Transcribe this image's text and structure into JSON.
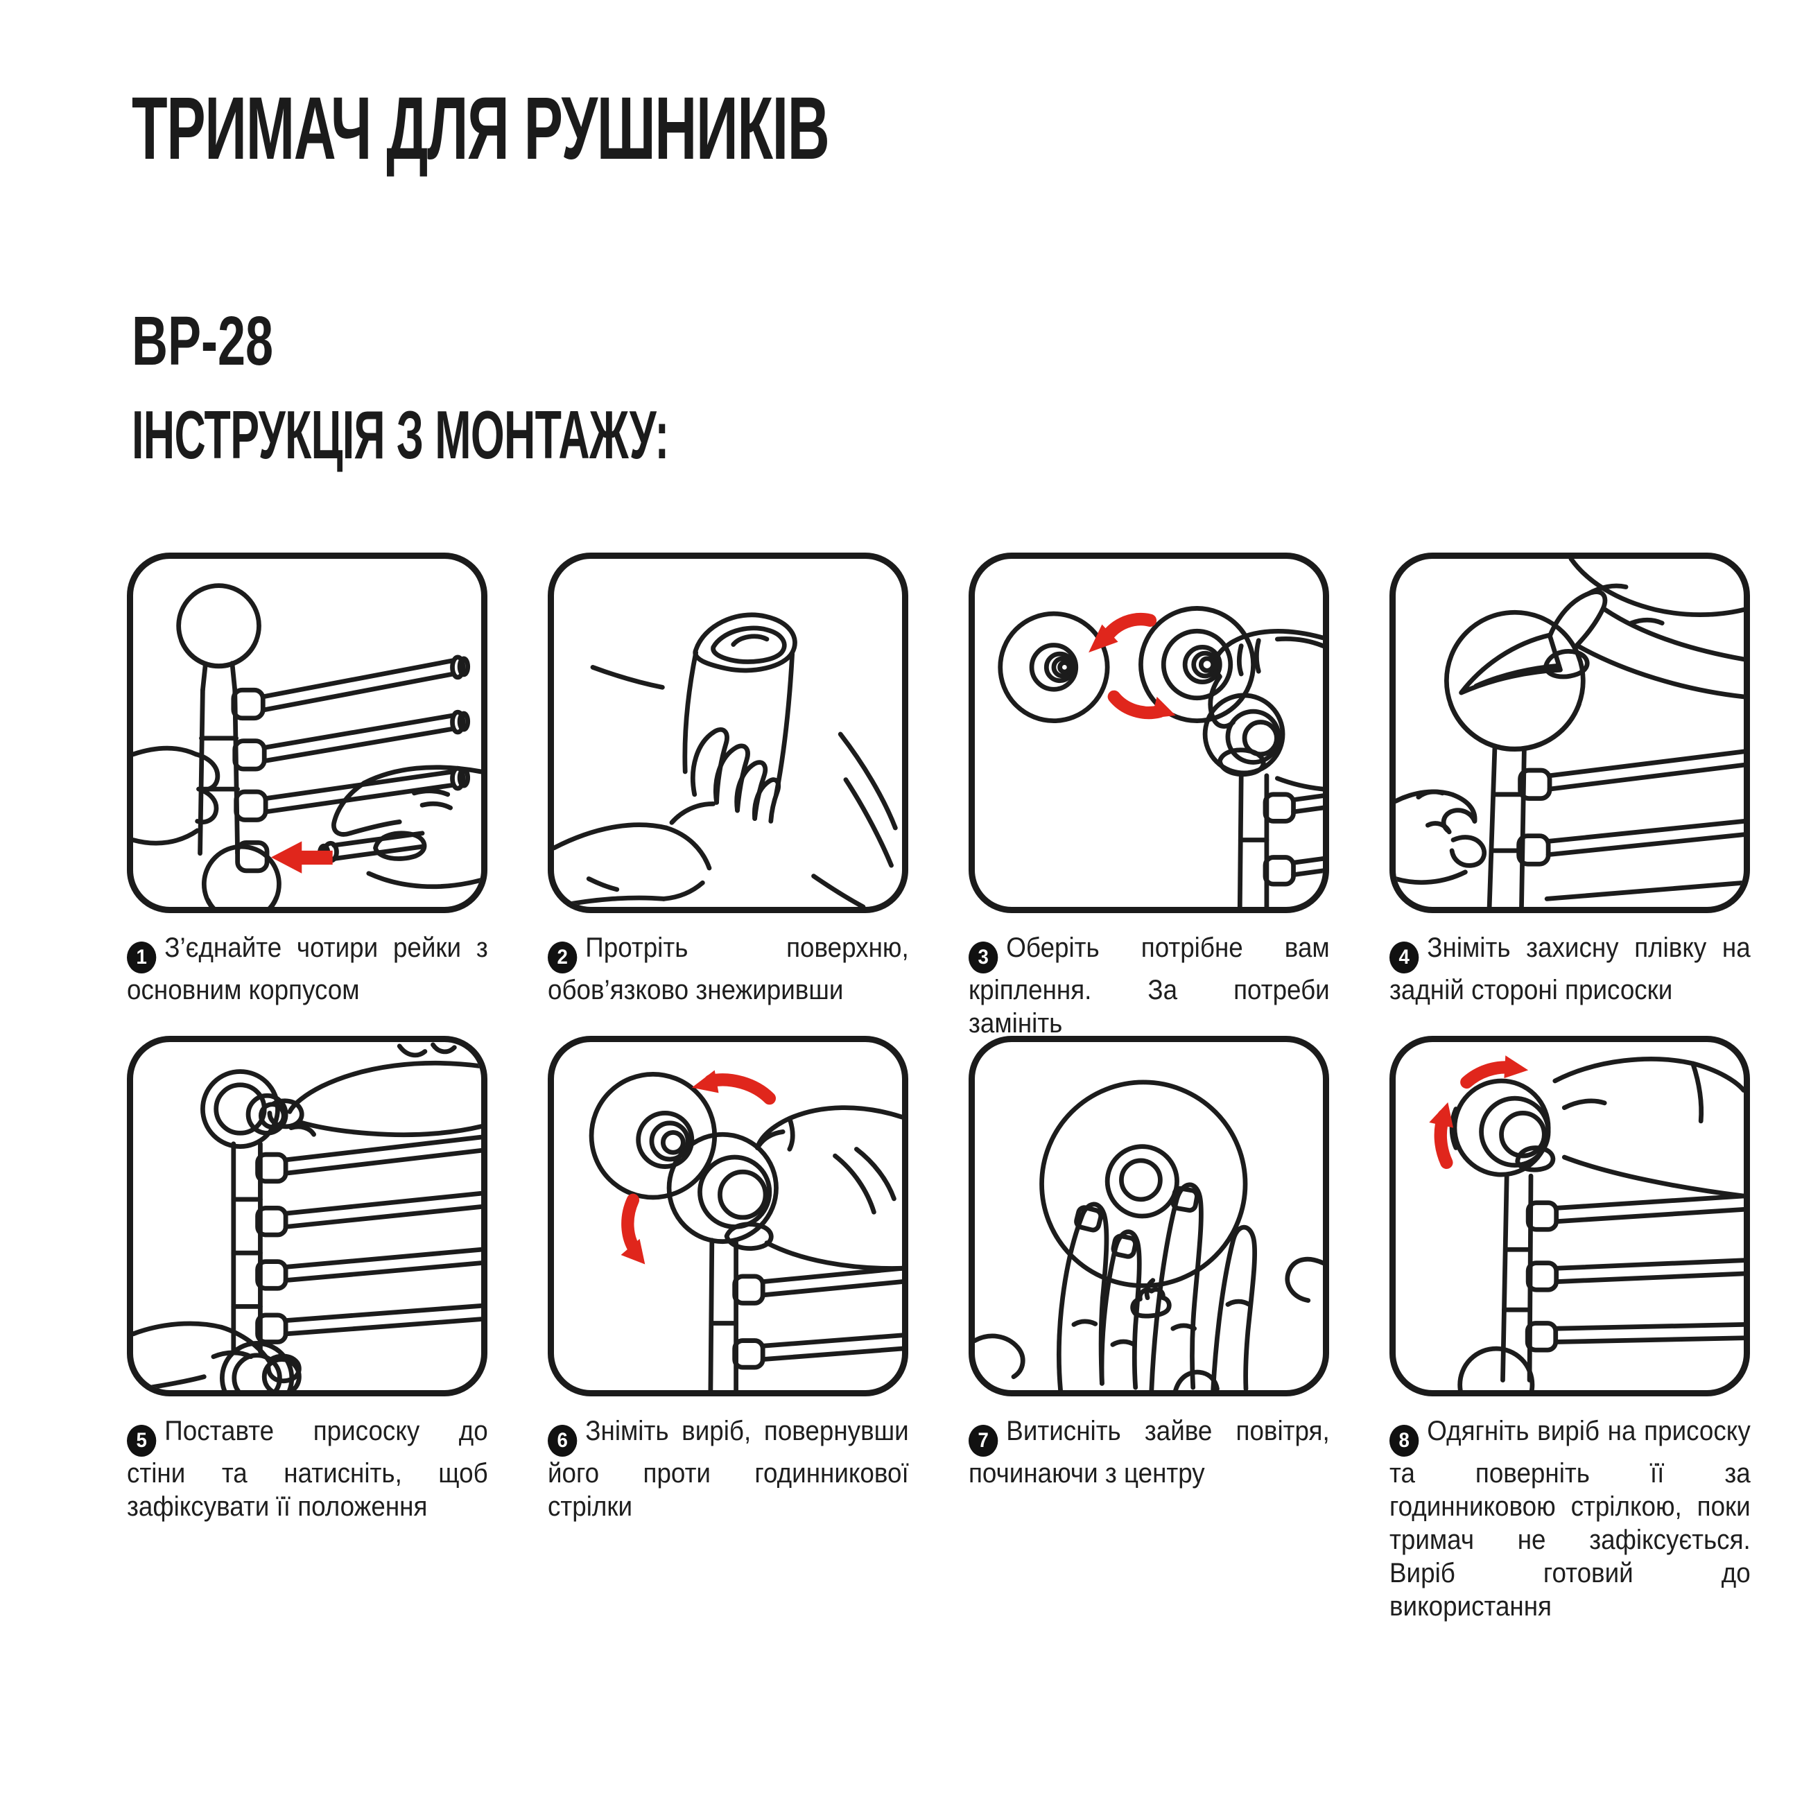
{
  "page": {
    "title": "ТРИМАЧ ДЛЯ РУШНИКІВ",
    "model": "BP-28",
    "subtitle": "ІНСТРУКЦІЯ З МОНТАЖУ:"
  },
  "colors": {
    "ink": "#1c1c1c",
    "accent_red": "#e0261c",
    "background": "#ffffff"
  },
  "steps": [
    {
      "number": "1",
      "text": "З’єднайте чотири рейки з основним корпусом",
      "illustration": "connect-four-rails-to-main-body"
    },
    {
      "number": "2",
      "text": "Протріть поверхню, обов’язково знежиривши",
      "illustration": "wipe-surface-with-cloth"
    },
    {
      "number": "3",
      "text": "Оберіть потрібне вам кріплення. За потреби замініть",
      "illustration": "choose-mount-type-swap-discs"
    },
    {
      "number": "4",
      "text": "Зніміть захисну плівку на задній стороні присоски",
      "illustration": "peel-protective-film-from-suction-cup"
    },
    {
      "number": "5",
      "text": "Поставте присоску до стіни та натисніть, щоб зафіксувати її положення",
      "illustration": "press-suction-cups-to-wall"
    },
    {
      "number": "6",
      "text": "Зніміть виріб, повернувши його проти годинникової стрілки",
      "illustration": "remove-product-turn-counterclockwise"
    },
    {
      "number": "7",
      "text": "Витисніть зайве повітря, починаючи з центру",
      "illustration": "press-out-air-from-center"
    },
    {
      "number": "8",
      "text": "Одягніть виріб на присоску та поверніть її за годинниковою стрілкою, поки тримач не зафіксується. Виріб готовий до використання",
      "illustration": "attach-and-turn-clockwise-to-lock"
    }
  ]
}
